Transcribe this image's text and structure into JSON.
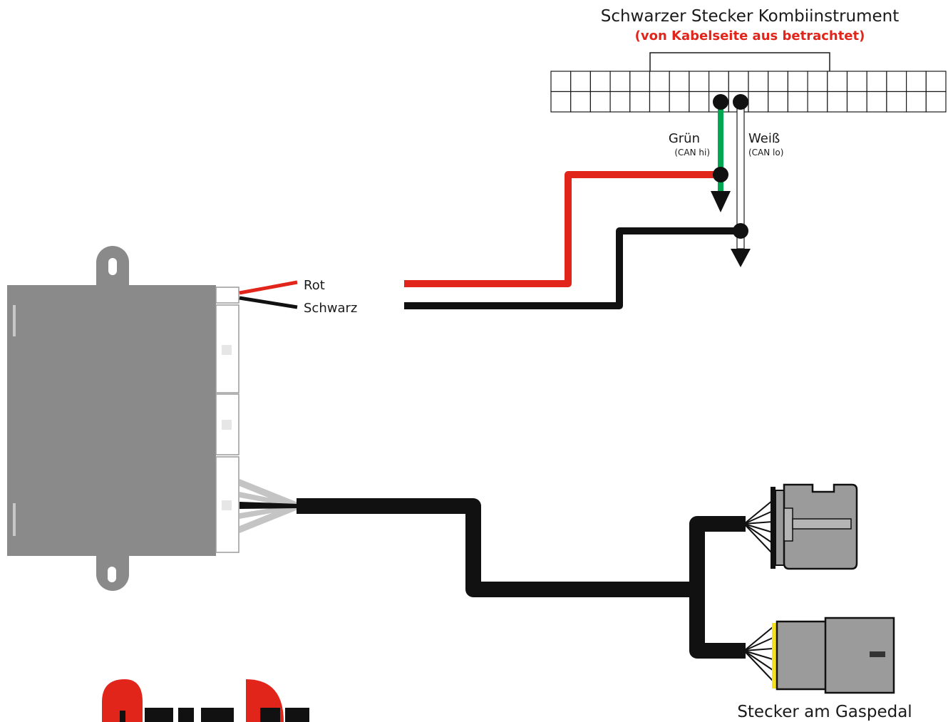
{
  "header": {
    "title": "Schwarzer Stecker Kombiinstrument",
    "subtitle": "(von Kabelseite aus betrachtet)"
  },
  "wires": {
    "green": {
      "label": "Grün",
      "sub": "(CAN hi)"
    },
    "white": {
      "label": "Weiß",
      "sub": "(CAN lo)"
    },
    "red": {
      "label": "Rot"
    },
    "black": {
      "label": "Schwarz"
    }
  },
  "footer": {
    "label": "Stecker am Gaspedal"
  },
  "colors": {
    "red": "#e1251b",
    "black": "#111111",
    "green": "#00a650",
    "module_gray": "#8a8a8a",
    "connector_gray": "#9b9b9b",
    "pin_yellow": "#f5e11a",
    "subtitle_red": "#e1251b"
  },
  "icons": {
    "control_module": "gray-box-with-mounting-tabs",
    "logo": "red-brand-logo"
  }
}
